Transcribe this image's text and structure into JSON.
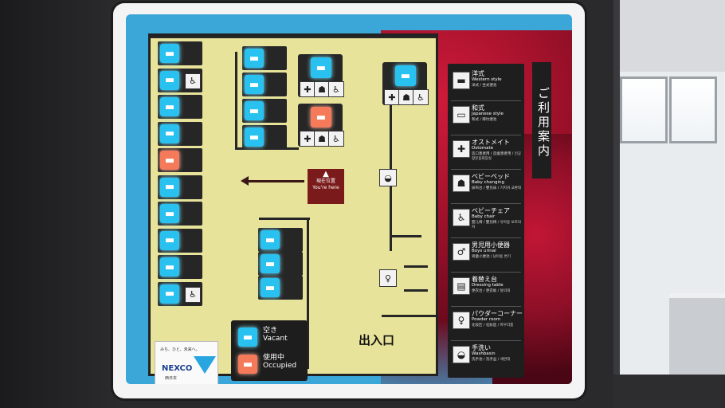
{
  "sign": {
    "title": "ご利用案内",
    "you_are_here_jp": "現在位置",
    "you_are_here_en": "You're here",
    "entrance": "出入口"
  },
  "legend": {
    "vacant_jp": "空き",
    "vacant_en": "Vacant",
    "occupied_jp": "使用中",
    "occupied_en": "Occupied"
  },
  "brand": {
    "tagline": "みち、ひと、未来へ。",
    "name": "NEXCO",
    "sub": "西日本"
  },
  "guide": [
    {
      "jp": "洋式",
      "en": "Western style",
      "sub": "洋式 / 坐式便池",
      "icon": "western-toilet-icon",
      "glyph": "▬"
    },
    {
      "jp": "和式",
      "en": "Japanese style",
      "sub": "和式 / 蹲坑便池",
      "icon": "japanese-toilet-icon",
      "glyph": "▭"
    },
    {
      "jp": "オストメイト",
      "en": "Ostomate",
      "sub": "造口患者用 / 造瘘患者用 / 인공항문용화장실",
      "icon": "ostomate-icon",
      "glyph": "✚"
    },
    {
      "jp": "ベビーベッド",
      "en": "Baby changing",
      "sub": "尿布台 / 嬰兒床 / 기저귀 교환대",
      "icon": "baby-bed-icon",
      "glyph": "☗"
    },
    {
      "jp": "ベビーチェア",
      "en": "Baby chair",
      "sub": "婴儿椅 / 嬰兒椅 / 유아용 보조의자",
      "icon": "baby-chair-icon",
      "glyph": "♿"
    },
    {
      "jp": "男児用小便器",
      "en": "Boys urinal",
      "sub": "男童小便池 / 남아용 변기",
      "icon": "boys-urinal-icon",
      "glyph": "♂"
    },
    {
      "jp": "着替え台",
      "en": "Dressing table",
      "sub": "更衣台 / 更衣板 / 탈의대",
      "icon": "dressing-table-icon",
      "glyph": "▤"
    },
    {
      "jp": "パウダーコーナー",
      "en": "Powder room",
      "sub": "化妆区 / 化妝區 / 파우더룸",
      "icon": "powder-room-icon",
      "glyph": "♀"
    },
    {
      "jp": "手洗い",
      "en": "Washbasin",
      "sub": "洗手池 / 洗手盆 / 세면대",
      "icon": "washbasin-icon",
      "glyph": "◒"
    }
  ],
  "stalls": {
    "left_column": [
      "vacant",
      "vacant",
      "vacant",
      "vacant",
      "occupied",
      "vacant",
      "vacant",
      "vacant",
      "vacant",
      "vacant"
    ],
    "middle_top": [
      "vacant",
      "vacant",
      "vacant",
      "vacant"
    ],
    "middle_bottom": [
      "vacant",
      "vacant",
      "vacant"
    ],
    "top_blocks": [
      "vacant",
      "occupied",
      "vacant"
    ]
  },
  "colors": {
    "vacant": "#29c2f0",
    "occupied": "#f47a5a",
    "sign_bg": "#3aa7d8",
    "floor": "#e8e39a"
  }
}
